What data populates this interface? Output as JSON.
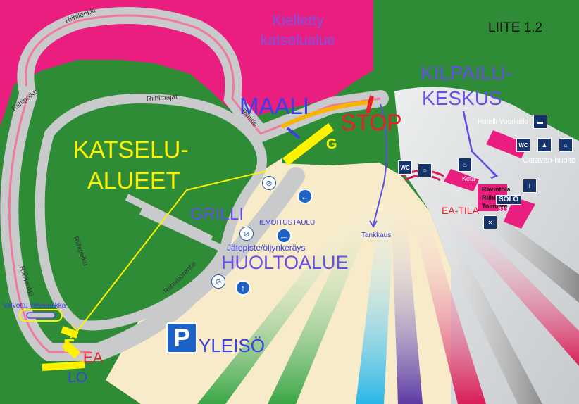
{
  "map": {
    "sheet_label": "LIITE 1.2",
    "zones": {
      "forbidden": "Kielletty katselualue",
      "spectator_areas_line1": "KATSELU-",
      "spectator_areas_line2": "ALUEET",
      "service_area": "HUOLTOALUE",
      "grill": "GRILLI",
      "public_parking": "YLEISÖ",
      "competition_center_line1": "KILPAILU-",
      "competition_center_line2": "KESKUS",
      "ea_zone": "EA-TILA"
    },
    "markers": {
      "finish": "MAALI",
      "stop": "STOP",
      "g": "G",
      "f": "F",
      "ea": "EA",
      "lo": "LO",
      "parking": "P"
    },
    "roads": {
      "riihilenkki_top": "Riihilenkki",
      "riihipolku_top": "Riihipolku",
      "riihimajat": "Riihimajat",
      "riihitie": "Riihitie",
      "riihipolku_left": "Riihipolku",
      "riihilenkki_left": "Riihilenkki",
      "riihivuorentie": "Riihivuorentie"
    },
    "points": {
      "notice_board": "ILMOITUSTAULU",
      "waste_point": "Jätepiste/öljynkeräys",
      "refuel": "Tankkaus",
      "hotel": "Hotelli Vuorikelo",
      "caravan": "Caravan-huolto",
      "kota": "Kota",
      "restaurant_line1": "Ravintola",
      "restaurant_line2": "Riihikelo",
      "office": "Toimisto",
      "solo": "SOLO",
      "solo_number": "313",
      "supervised_crossing": "Valvottu ylityspaikka",
      "wc": "WC"
    },
    "colors": {
      "grass": "#2f8c36",
      "forbidden": "#ea1e7f",
      "road": "#c9cacb",
      "service": "#f7ebca",
      "stop_red": "#e8202a",
      "finish_blue": "#3b3fe6",
      "yellow": "#fff200",
      "center": "#e4e6e8",
      "sign_blue": "#15346b"
    },
    "icons": [
      "hotel-bed-icon",
      "wc-icon",
      "family-icon",
      "caravan-icon",
      "mask-icon",
      "fire-icon",
      "info-icon",
      "tools-icon",
      "no-smoking-icon",
      "arrow-left-icon",
      "arrow-up-icon"
    ]
  }
}
